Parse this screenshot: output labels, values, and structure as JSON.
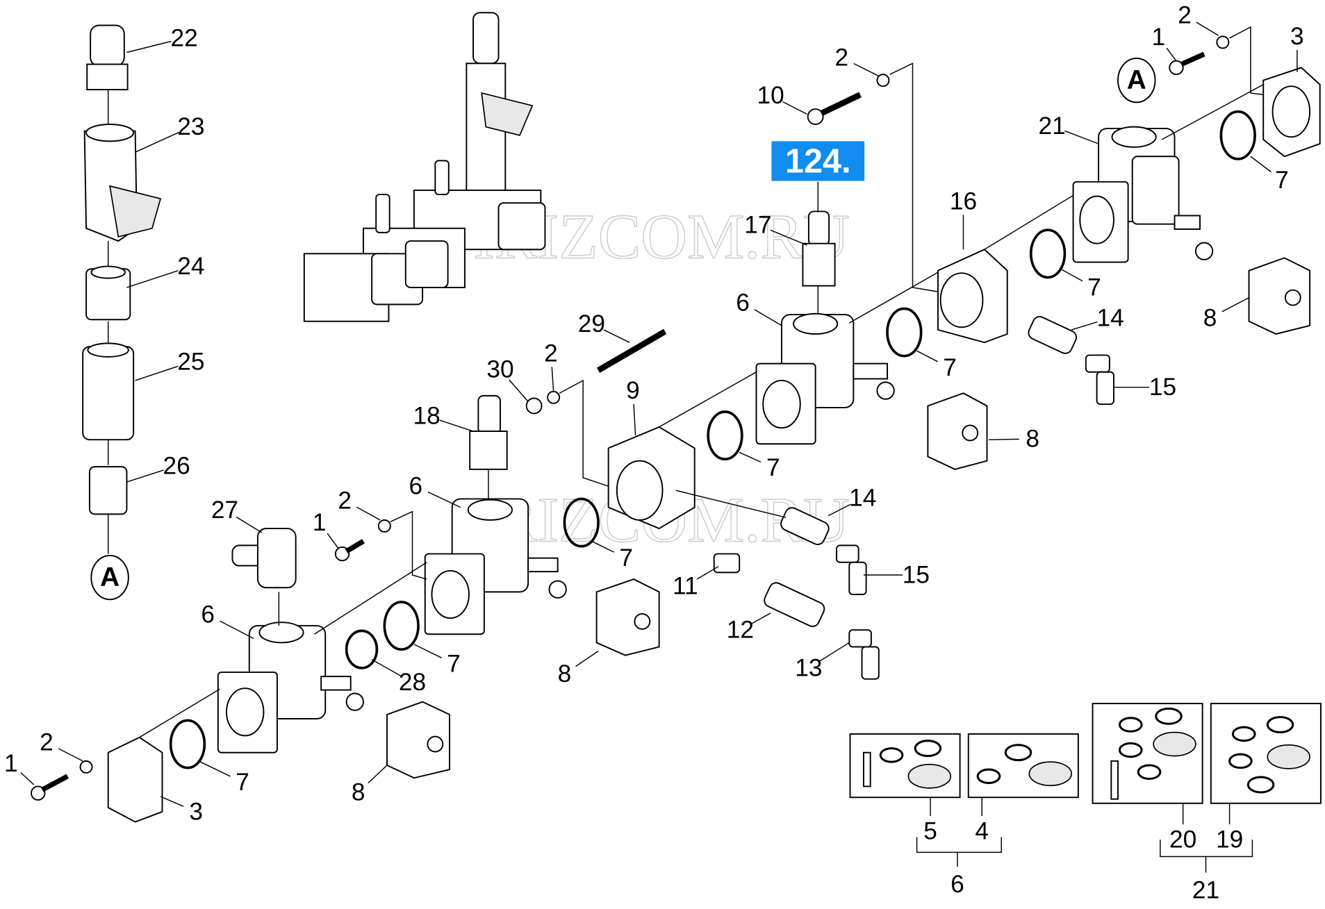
{
  "badge": {
    "text": "124.",
    "color": "#118cf0"
  },
  "watermark": "IRIZCOM.RU",
  "marker_a": "A",
  "callouts": [
    "22",
    "23",
    "24",
    "25",
    "26",
    "27",
    "2",
    "1",
    "6",
    "18",
    "30",
    "2",
    "29",
    "9",
    "6",
    "28",
    "7",
    "8",
    "7",
    "11",
    "12",
    "13",
    "14",
    "15",
    "7",
    "8",
    "6",
    "17",
    "10",
    "2",
    "16",
    "7",
    "14",
    "15",
    "7",
    "21",
    "1",
    "2",
    "3",
    "7",
    "8",
    "1",
    "2",
    "7",
    "3",
    "8",
    "5",
    "4",
    "6",
    "20",
    "19",
    "21"
  ]
}
